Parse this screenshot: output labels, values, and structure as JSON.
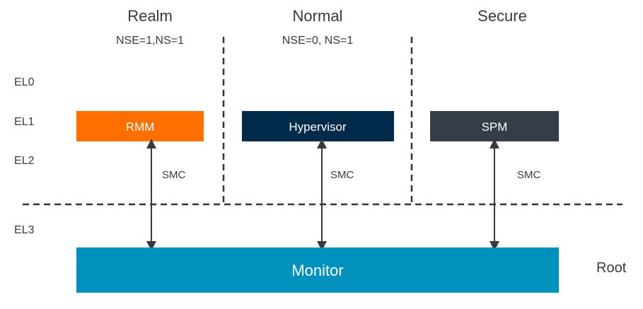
{
  "worlds": [
    {
      "title": "Realm",
      "subtitle": "NSE=1,NS=1"
    },
    {
      "title": "Normal",
      "subtitle": "NSE=0, NS=1"
    },
    {
      "title": "Secure",
      "subtitle": ""
    }
  ],
  "exception_levels": [
    "EL0",
    "EL1",
    "EL2",
    "EL3"
  ],
  "components": [
    {
      "label": "RMM",
      "color": "#ff6f00"
    },
    {
      "label": "Hypervisor",
      "color": "#002a4a"
    },
    {
      "label": "SPM",
      "color": "#353d46"
    }
  ],
  "calls": [
    "SMC",
    "SMC",
    "SMC"
  ],
  "monitor": {
    "label": "Monitor",
    "color": "#0092bd"
  },
  "root_label": "Root"
}
